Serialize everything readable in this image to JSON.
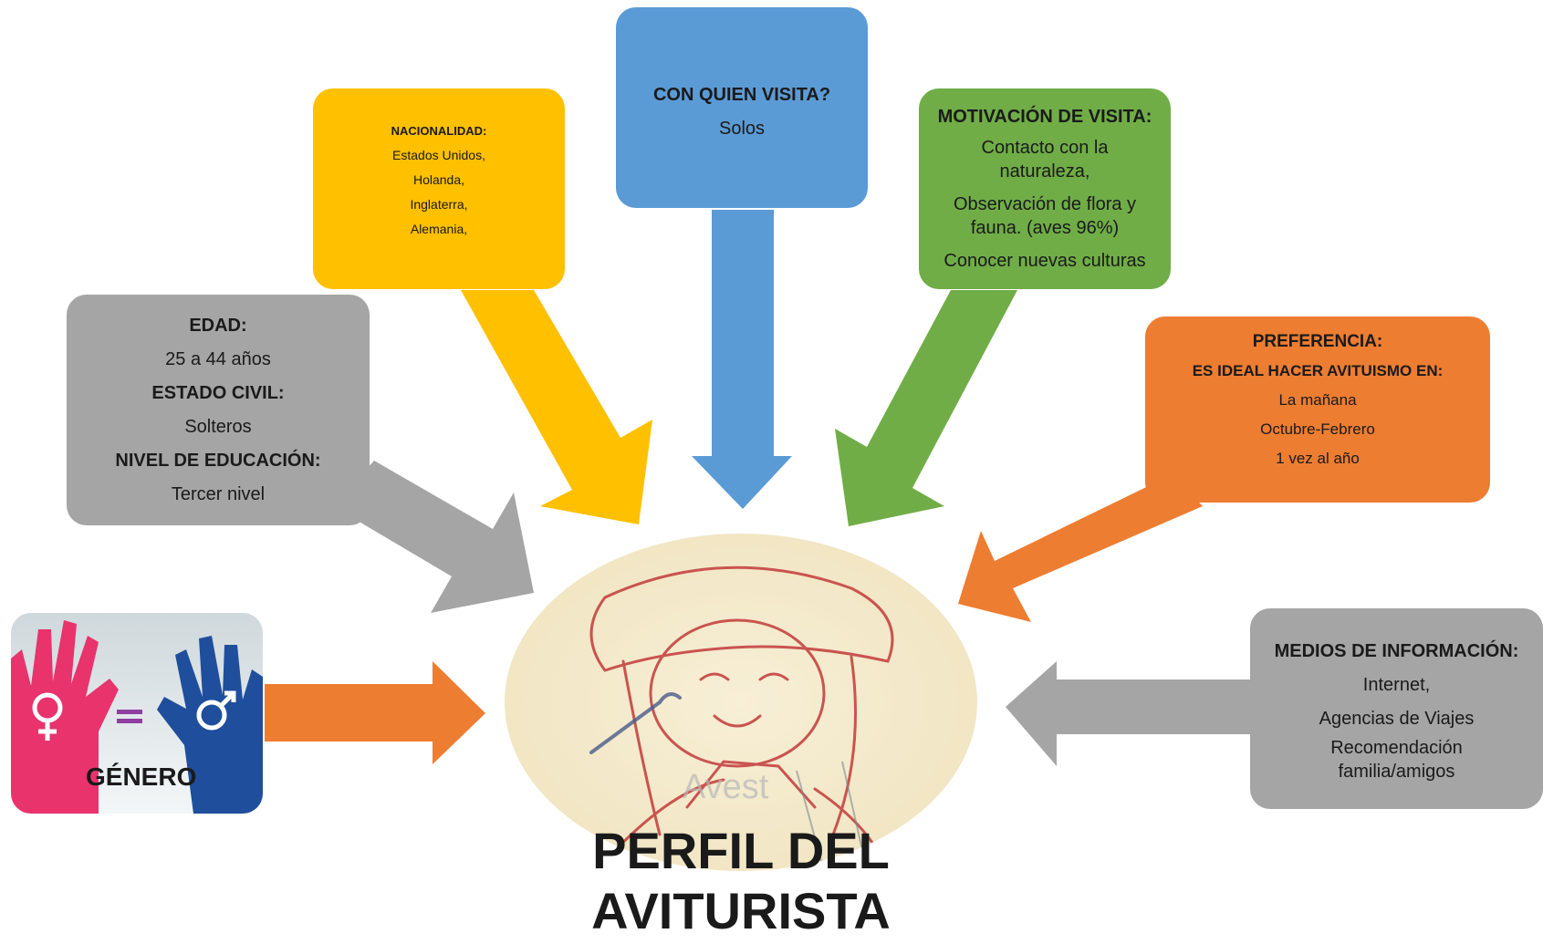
{
  "title": {
    "line1": "PERFIL DEL",
    "line2": "AVITURISTA"
  },
  "center_watermark": "Avest",
  "genero": {
    "label": "GÉNERO"
  },
  "edad_box": {
    "edad_heading": "EDAD:",
    "edad_value": "25 a 44 años",
    "estado_heading": "ESTADO CIVIL:",
    "estado_value": "Solteros",
    "educacion_heading": "NIVEL DE EDUCACIÓN:",
    "educacion_value": "Tercer nivel"
  },
  "nacionalidad_box": {
    "heading": "NACIONALIDAD:",
    "items": [
      "Estados Unidos,",
      "Holanda,",
      "Inglaterra,",
      "Alemania,"
    ]
  },
  "con_quien_box": {
    "heading": "CON QUIEN VISITA?",
    "value": "Solos"
  },
  "motivacion_box": {
    "heading": "MOTIVACIÓN DE VISITA:",
    "items": [
      "Contacto con la naturaleza,",
      "Observación de flora y fauna. (aves 96%)",
      "Conocer nuevas culturas"
    ]
  },
  "preferencia_box": {
    "heading": "PREFERENCIA:",
    "subheading": "ES IDEAL HACER AVITUISMO EN:",
    "items": [
      "La mañana",
      "Octubre-Febrero",
      "1 vez al año"
    ]
  },
  "medios_box": {
    "heading": "MEDIOS DE INFORMACIÓN:",
    "items": [
      "Internet,",
      "Agencias de Viajes",
      "Recomendación familia/amigos"
    ]
  },
  "colors": {
    "gray": "#a5a5a5",
    "yellow": "#ffc000",
    "blue": "#5b9bd5",
    "green": "#70ad47",
    "orange": "#ed7d31",
    "female_pink": "#e8336d",
    "male_blue": "#1f4e9c",
    "equals_purple": "#8e3fa0"
  }
}
